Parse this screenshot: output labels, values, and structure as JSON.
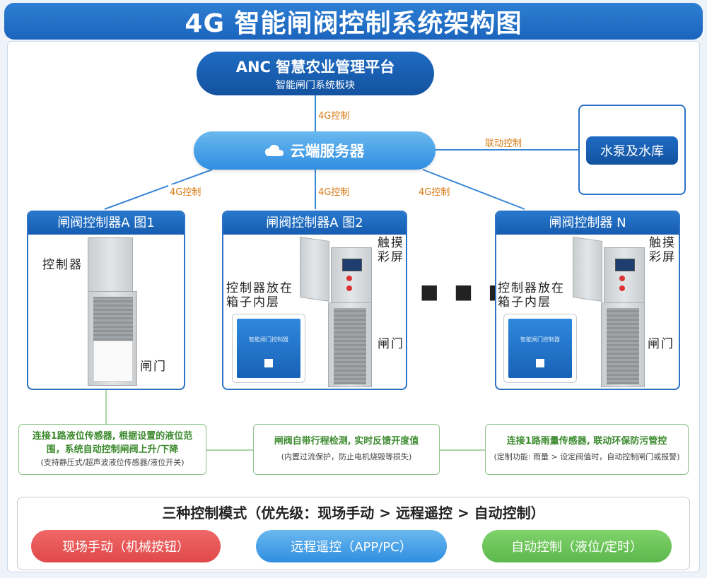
{
  "title": "4G 智能闸阀控制系统架构图",
  "platform": {
    "name": "ANC 智慧农业管理平台",
    "module": "智能闸门系统板块"
  },
  "links": {
    "platform_cloud": "4G控制",
    "cloud_pump": "联动控制",
    "cloud_left": "4G控制",
    "cloud_mid": "4G控制",
    "cloud_right": "4G控制"
  },
  "cloud": {
    "label": "云端服务器",
    "icon": "cloud-icon"
  },
  "pump": {
    "label": "水泵及水库"
  },
  "controllers": [
    {
      "head": "闸阀控制器A 图1",
      "controller_label": "控制器",
      "gate_label": "闸门"
    },
    {
      "head": "闸阀控制器A 图2",
      "touch_label_1": "触摸",
      "touch_label_2": "彩屏",
      "inner_label_1": "控制器放在",
      "inner_label_2": "箱子内层",
      "gate_label": "闸门",
      "device_text": "智能闸门控制器"
    },
    {
      "head": "闸阀控制器 N",
      "touch_label_1": "触摸",
      "touch_label_2": "彩屏",
      "inner_label_1": "控制器放在",
      "inner_label_2": "箱子内层",
      "gate_label": "闸门",
      "device_text": "智能闸门控制器"
    }
  ],
  "notes": [
    {
      "line1": "连接1路液位传感器, 根据设置的液位范",
      "line2": "围，系统自动控制闸阀上升/下降",
      "sub": "(支持静压式/超声波液位传感器/液位开关)"
    },
    {
      "line1": "闸阀自带行程检测, 实时反馈开度值",
      "sub": "(内置过流保护，防止电机烧毁等损失)"
    },
    {
      "line1": "连接1路雨量传感器, 联动环保防污管控",
      "sub": "(定制功能: 雨量 > 设定阀值时，自动控制闸门或报警)"
    }
  ],
  "modes": {
    "title": "三种控制模式（优先级：现场手动 > 远程遥控 > 自动控制）",
    "items": [
      "现场手动（机械按钮）",
      "远程遥控（APP/PC）",
      "自动控制（液位/定时）"
    ]
  },
  "colors": {
    "primary": "#1b64bd",
    "orange": "#d87a14",
    "green": "#3c8a2e",
    "red": "#e04848",
    "light_blue": "#2f8ee0",
    "light_green": "#5cb84c"
  }
}
